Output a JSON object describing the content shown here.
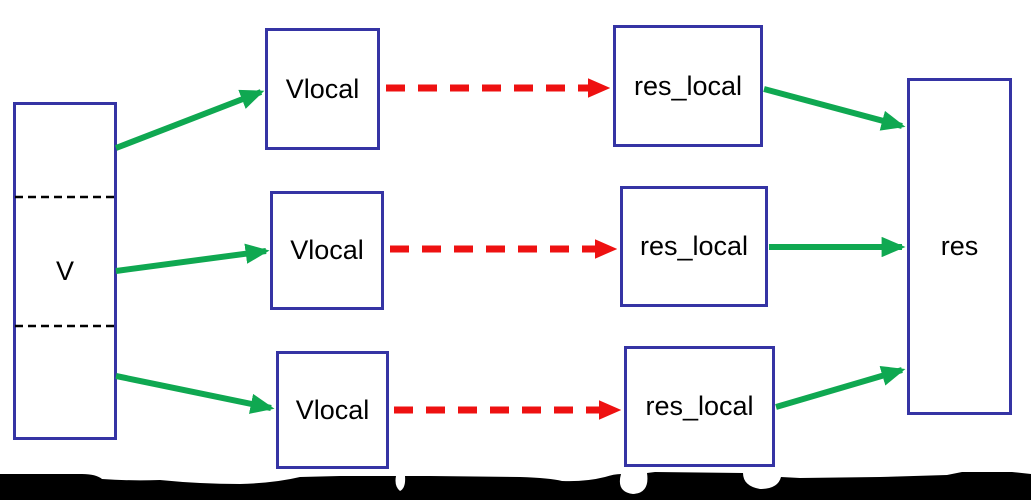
{
  "diagram": {
    "colors": {
      "box_border": "#3534A4",
      "arrow_green": "#0FA851",
      "arrow_red": "#EE1111",
      "text": "#000000",
      "background": "#FFFFFF",
      "torn_edge": "#000000"
    },
    "nodes": {
      "v": {
        "label": "V"
      },
      "vlocal_top": {
        "label": "Vlocal"
      },
      "vlocal_middle": {
        "label": "Vlocal"
      },
      "vlocal_bottom": {
        "label": "Vlocal"
      },
      "res_local_top": {
        "label": "res_local"
      },
      "res_local_middle": {
        "label": "res_local"
      },
      "res_local_bottom": {
        "label": "res_local"
      },
      "res": {
        "label": "res"
      }
    },
    "edges": [
      {
        "from": "V",
        "to": "Vlocal (top)",
        "color": "green",
        "style": "solid"
      },
      {
        "from": "V",
        "to": "Vlocal (middle)",
        "color": "green",
        "style": "solid"
      },
      {
        "from": "V",
        "to": "Vlocal (bottom)",
        "color": "green",
        "style": "solid"
      },
      {
        "from": "Vlocal (top)",
        "to": "res_local (top)",
        "color": "red",
        "style": "dashed"
      },
      {
        "from": "Vlocal (middle)",
        "to": "res_local (middle)",
        "color": "red",
        "style": "dashed"
      },
      {
        "from": "Vlocal (bottom)",
        "to": "res_local (bottom)",
        "color": "red",
        "style": "dashed"
      },
      {
        "from": "res_local (top)",
        "to": "res",
        "color": "green",
        "style": "solid"
      },
      {
        "from": "res_local (middle)",
        "to": "res",
        "color": "green",
        "style": "solid"
      },
      {
        "from": "res_local (bottom)",
        "to": "res",
        "color": "green",
        "style": "solid"
      }
    ],
    "v_partitions": 3
  }
}
